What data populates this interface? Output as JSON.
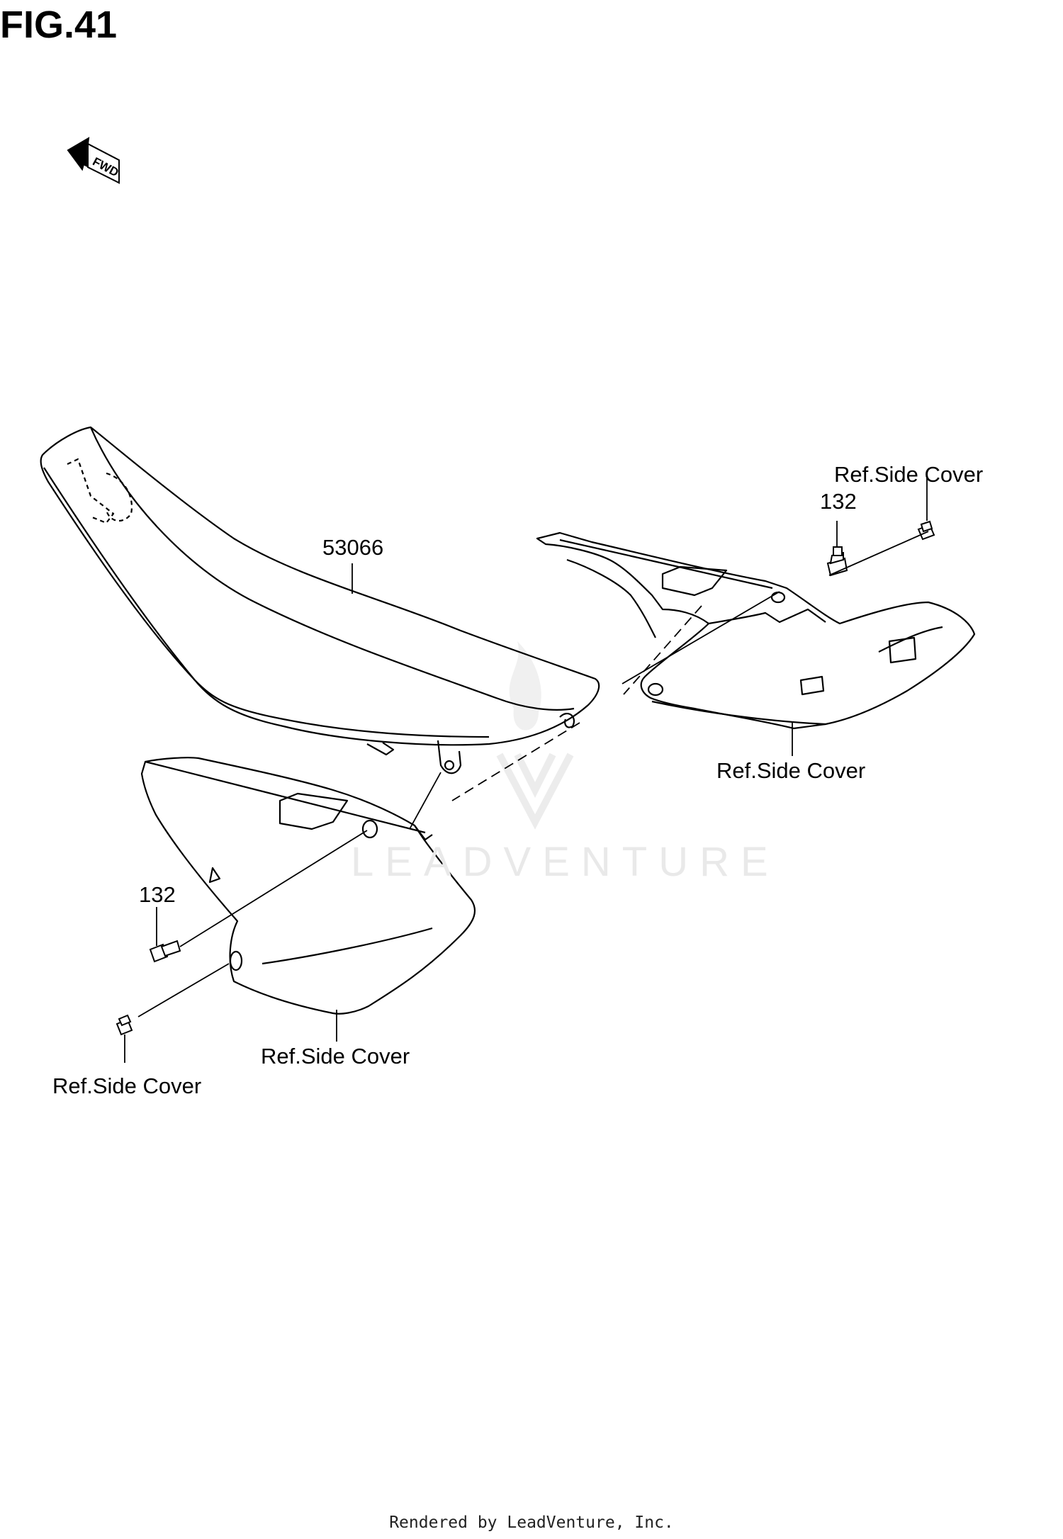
{
  "figure": {
    "title": "FIG.41",
    "fwd_label": "FWD"
  },
  "labels": {
    "seat_part": "53066",
    "bolt_right": "132",
    "bolt_left": "132",
    "ref_top_right": "Ref.Side Cover",
    "ref_right_cover": "Ref.Side Cover",
    "ref_left_cover": "Ref.Side Cover",
    "ref_bottom_left": "Ref.Side Cover"
  },
  "watermark": "LEADVENTURE",
  "footer": "Rendered by LeadVenture, Inc."
}
